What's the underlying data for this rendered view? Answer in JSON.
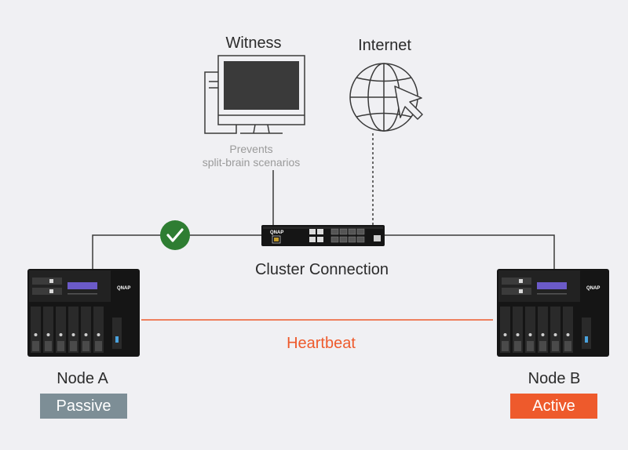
{
  "witness": {
    "title": "Witness",
    "description_line1": "Prevents",
    "description_line2": "split-brain scenarios"
  },
  "internet": {
    "title": "Internet"
  },
  "switch": {
    "brand": "QNAP",
    "label": "Cluster Connection"
  },
  "node_a": {
    "title": "Node A",
    "status": "Passive",
    "brand": "QNAP"
  },
  "node_b": {
    "title": "Node B",
    "status": "Active",
    "brand": "QNAP"
  },
  "heartbeat": {
    "label": "Heartbeat"
  },
  "colors": {
    "background": "#f0f0f3",
    "heartbeat": "#ee5a2c",
    "passive_badge": "#7d8e96",
    "active_badge": "#ee5a2c",
    "check_ok": "#2e7d32",
    "line": "#3a3a3a"
  },
  "icons": [
    "desktop-computer-icon",
    "globe-cursor-icon",
    "network-switch-icon",
    "nas-device-icon",
    "checkmark-icon"
  ]
}
